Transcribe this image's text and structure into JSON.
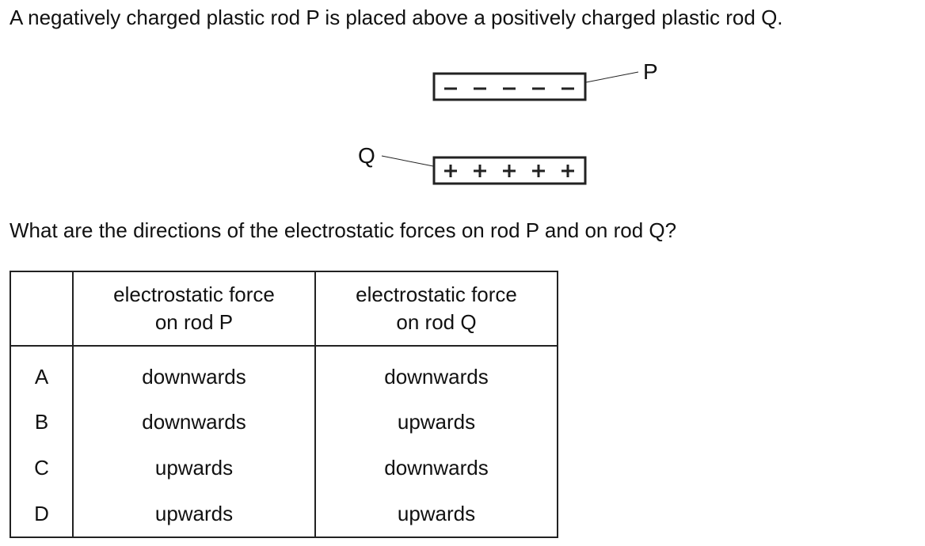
{
  "intro_text": "A negatively charged plastic rod P is placed above a positively charged plastic rod Q.",
  "diagram": {
    "rod_p": {
      "label": "P",
      "charge_symbols": [
        "–",
        "–",
        "–",
        "–",
        "–"
      ]
    },
    "rod_q": {
      "label": "Q",
      "charge_symbols": [
        "+",
        "+",
        "+",
        "+",
        "+"
      ]
    }
  },
  "question_text": "What are the directions of the electrostatic forces on rod P and on rod Q?",
  "table": {
    "headers": [
      "",
      "electrostatic force\non rod P",
      "electrostatic force\non rod Q"
    ],
    "header_p_line1": "electrostatic force",
    "header_p_line2": "on rod P",
    "header_q_line1": "electrostatic force",
    "header_q_line2": "on rod Q",
    "rows": [
      {
        "letter": "A",
        "force_p": "downwards",
        "force_q": "downwards"
      },
      {
        "letter": "B",
        "force_p": "downwards",
        "force_q": "upwards"
      },
      {
        "letter": "C",
        "force_p": "upwards",
        "force_q": "downwards"
      },
      {
        "letter": "D",
        "force_p": "upwards",
        "force_q": "upwards"
      }
    ]
  }
}
